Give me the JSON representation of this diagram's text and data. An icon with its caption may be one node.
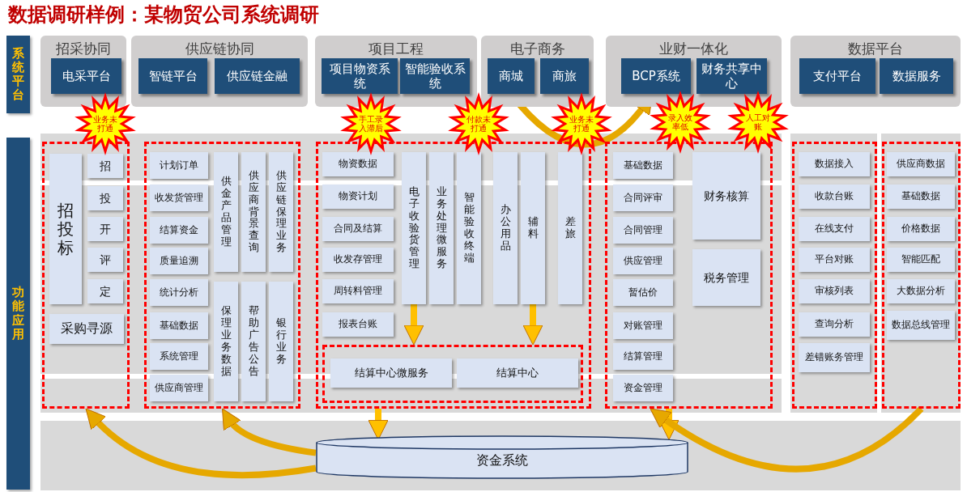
{
  "diagram": {
    "title": "数据调研样例：某物贸公司系统调研",
    "nodes": [
      {
        "text": [
          "系统平台"
        ]
      },
      {
        "text": [
          "招采协同"
        ]
      },
      {
        "text": [
          "电采平台"
        ],
        "in": 1
      },
      {
        "text": [
          "供应链协同"
        ]
      },
      {
        "text": [
          "智链平台"
        ],
        "in": 3
      },
      {
        "text": [
          "供应链金融"
        ],
        "in": 3
      },
      {
        "text": [
          "项目工程"
        ]
      },
      {
        "text": [
          "项目物资系统"
        ],
        "in": 6
      },
      {
        "text": [
          "智能验收系统"
        ],
        "in": 6
      },
      {
        "text": [
          "电子商务"
        ]
      },
      {
        "text": [
          "商城"
        ],
        "in": 9
      },
      {
        "text": [
          "商旅"
        ],
        "in": 9
      },
      {
        "text": [
          "业财一体化"
        ]
      },
      {
        "text": [
          "BCP系统"
        ],
        "in": 12
      },
      {
        "text": [
          "财务共享中心"
        ],
        "in": 12
      },
      {
        "text": [
          "数据平台"
        ]
      },
      {
        "text": [
          "支付平台"
        ],
        "in": 15
      },
      {
        "text": [
          "数据服务"
        ],
        "in": 15
      },
      {
        "text": [
          "业务未打通"
        ]
      },
      {
        "text": [
          "手工录入滞后"
        ]
      },
      {
        "text": [
          "付款未打通"
        ]
      },
      {
        "text": [
          "业务未打通"
        ]
      },
      {
        "text": [
          "录入效率低"
        ]
      },
      {
        "text": [
          "人工对账"
        ]
      },
      {
        "text": [],
        "shape": "box"
      },
      {
        "text": [
          "招投标"
        ],
        "in": 24
      },
      {
        "text": [
          "招"
        ],
        "in": 24
      },
      {
        "text": [
          "投"
        ],
        "in": 24
      },
      {
        "text": [
          "开"
        ],
        "in": 24
      },
      {
        "text": [
          "评"
        ],
        "in": 24
      },
      {
        "text": [
          "定"
        ],
        "in": 24
      },
      {
        "text": [
          "采购寻源"
        ],
        "in": 24
      },
      {
        "text": [],
        "shape": "box"
      },
      {
        "text": [
          "计划订单"
        ],
        "in": 32
      },
      {
        "text": [
          "收发货管理"
        ],
        "in": 32
      },
      {
        "text": [
          "结算资金"
        ],
        "in": 32
      },
      {
        "text": [
          "质量追溯"
        ],
        "in": 32
      },
      {
        "text": [
          "统计分析"
        ],
        "in": 32
      },
      {
        "text": [
          "基础数据"
        ],
        "in": 32
      },
      {
        "text": [
          "系统管理"
        ],
        "in": 32
      },
      {
        "text": [
          "供应商管理"
        ],
        "in": 32
      },
      {
        "text": [
          "供金产品管理"
        ],
        "in": 32
      },
      {
        "text": [
          "供应商背景查询"
        ],
        "in": 32
      },
      {
        "text": [
          "供应链保理业务"
        ],
        "in": 32
      },
      {
        "text": [
          "保理业务数据"
        ],
        "in": 32
      },
      {
        "text": [
          "帮助广告公告"
        ],
        "in": 32
      },
      {
        "text": [
          "银行业务"
        ],
        "in": 32
      },
      {
        "text": [],
        "shape": "box"
      },
      {
        "text": [
          "物资数据"
        ],
        "in": 47
      },
      {
        "text": [
          "物资计划"
        ],
        "in": 47
      },
      {
        "text": [
          "合同及结算"
        ],
        "in": 47
      },
      {
        "text": [
          "收发存管理"
        ],
        "in": 47
      },
      {
        "text": [
          "周转料管理"
        ],
        "in": 47
      },
      {
        "text": [
          "报表台账"
        ],
        "in": 47
      },
      {
        "text": [
          "电子收验货管理"
        ],
        "in": 47
      },
      {
        "text": [
          "业务处理微服务"
        ],
        "in": 47
      },
      {
        "text": [
          "智能验收终端"
        ],
        "in": 47
      },
      {
        "text": [
          "办公用品"
        ],
        "in": 47
      },
      {
        "text": [
          "辅料"
        ],
        "in": 47
      },
      {
        "text": [
          "差旅"
        ],
        "in": 47
      },
      {
        "text": [],
        "shape": "box",
        "in": 47
      },
      {
        "text": [
          "结算中心微服务"
        ],
        "in": 60
      },
      {
        "text": [
          "结算中心"
        ],
        "in": 60
      },
      {
        "text": [],
        "shape": "box"
      },
      {
        "text": [
          "基础数据"
        ],
        "in": 63
      },
      {
        "text": [
          "合同评审"
        ],
        "in": 63
      },
      {
        "text": [
          "合同管理"
        ],
        "in": 63
      },
      {
        "text": [
          "供应管理"
        ],
        "in": 63
      },
      {
        "text": [
          "暂估价"
        ],
        "in": 63
      },
      {
        "text": [
          "对账管理"
        ],
        "in": 63
      },
      {
        "text": [
          "结算管理"
        ],
        "in": 63
      },
      {
        "text": [
          "资金管理"
        ],
        "in": 63
      },
      {
        "text": [
          "财务核算"
        ],
        "in": 63
      },
      {
        "text": [
          "税务管理"
        ],
        "in": 63
      },
      {
        "text": [],
        "shape": "box"
      },
      {
        "text": [
          "数据接入"
        ],
        "in": 74
      },
      {
        "text": [
          "收款台账"
        ],
        "in": 74
      },
      {
        "text": [
          "在线支付"
        ],
        "in": 74
      },
      {
        "text": [
          "平台对账"
        ],
        "in": 74
      },
      {
        "text": [
          "审核列表"
        ],
        "in": 74
      },
      {
        "text": [
          "查询分析"
        ],
        "in": 74
      },
      {
        "text": [
          "差错账务管理"
        ],
        "in": 74
      },
      {
        "text": [],
        "shape": "box"
      },
      {
        "text": [
          "供应商数据"
        ],
        "in": 82
      },
      {
        "text": [
          "基础数据"
        ],
        "in": 82
      },
      {
        "text": [
          "价格数据"
        ],
        "in": 82
      },
      {
        "text": [
          "智能匹配"
        ],
        "in": 82
      },
      {
        "text": [
          "大数据分析"
        ],
        "in": 82
      },
      {
        "text": [
          "数据总线管理"
        ],
        "in": 82
      },
      {
        "text": [
          "资金系统"
        ]
      },
      {
        "text": [
          "功能应用"
        ]
      }
    ],
    "edges": [
      {
        "from": 54,
        "to": 60,
        "arrow": "to",
        "color": "#ffc000"
      },
      {
        "from": 58,
        "to": 60,
        "arrow": "to",
        "color": "#ffc000"
      },
      {
        "from": 47,
        "to": 89,
        "arrow": "to",
        "color": "#ffc000"
      },
      {
        "from": 63,
        "to": 89,
        "arrow": "to",
        "color": "#ffc000"
      },
      {
        "from": 10,
        "to": 13,
        "arrow": "to",
        "color": "#e6a800"
      },
      {
        "from": 89,
        "to": 24,
        "arrow": "to",
        "color": "#e6a800"
      },
      {
        "from": 89,
        "to": 32,
        "arrow": "to",
        "color": "#e6a800"
      },
      {
        "from": 82,
        "to": 63,
        "arrow": "to",
        "color": "#e6a800"
      }
    ]
  }
}
